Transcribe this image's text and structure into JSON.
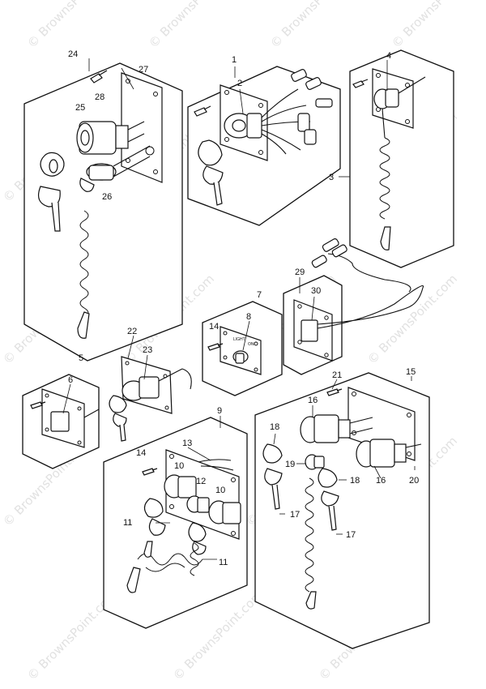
{
  "watermark": "© BrownsPoint.com",
  "switch_labels": {
    "light": "LIGHT",
    "on": "ON"
  },
  "part_numbers": {
    "n1": "1",
    "n2": "2",
    "n3": "3",
    "n4": "4",
    "n5": "5",
    "n6": "6",
    "n7": "7",
    "n8": "8",
    "n9": "9",
    "n10a": "10",
    "n10b": "10",
    "n11a": "11",
    "n11b": "11",
    "n12": "12",
    "n13": "13",
    "n14a": "14",
    "n14b": "14",
    "n15": "15",
    "n16a": "16",
    "n16b": "16",
    "n17a": "17",
    "n17b": "17",
    "n18a": "18",
    "n18b": "18",
    "n19": "19",
    "n20": "20",
    "n21": "21",
    "n22": "22",
    "n23": "23",
    "n24": "24",
    "n25": "25",
    "n26": "26",
    "n27": "27",
    "n28": "28",
    "n29": "29",
    "n30": "30"
  }
}
